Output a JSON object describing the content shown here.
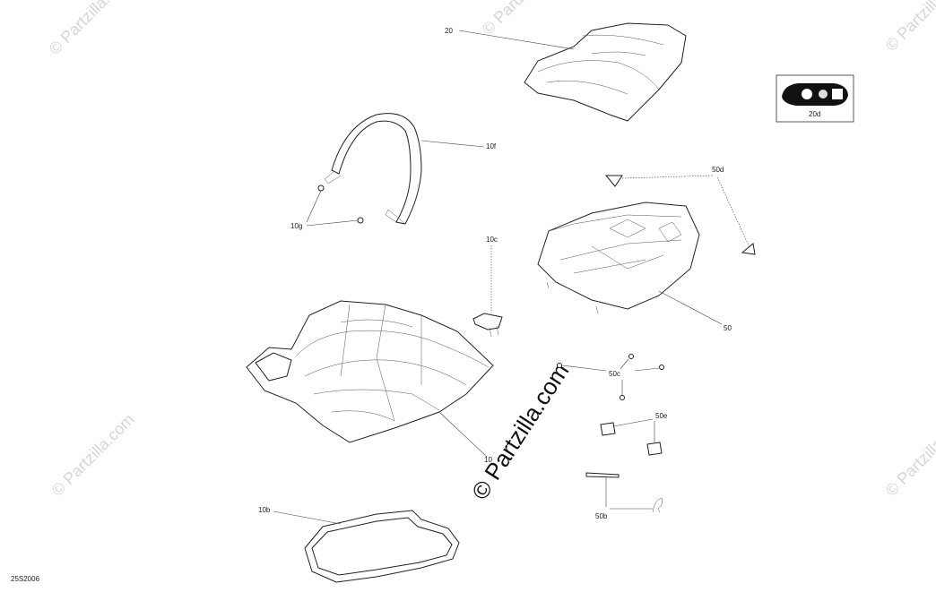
{
  "figure_code": "25S2006",
  "watermark_small": "© Partzilla.com",
  "watermark_main": "© Partzilla.com",
  "callouts": {
    "c20": "20",
    "c20d": "20d",
    "c10f": "10f",
    "c10g": "10g",
    "c50d": "50d",
    "c10c": "10c",
    "c50": "50",
    "c50c": "50c",
    "c50e": "50e",
    "c10": "10",
    "c10b": "10b",
    "c50b": "50b"
  }
}
